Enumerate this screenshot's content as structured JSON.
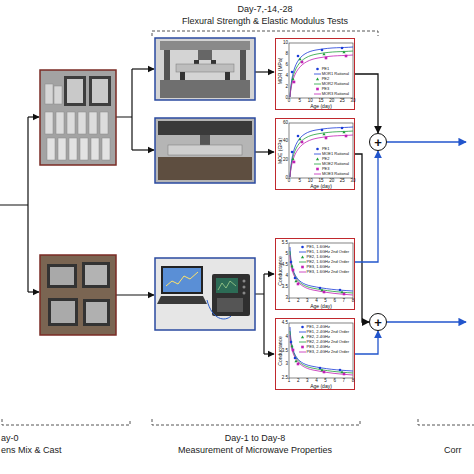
{
  "diagram": {
    "nodes": [
      {
        "text": [
          "MOR (MPa)",
          "Age (day)",
          "0",
          "2",
          "4",
          "6",
          "8",
          "10",
          "0",
          "5",
          "10",
          "15",
          "20",
          "25",
          "30",
          "PE1",
          "MOR1 Rational",
          "PE2",
          "MOR2 Rational",
          "PE3",
          "MOR3 Rational"
        ]
      },
      {
        "text": [
          "MOE (GPa)",
          "Age (day)",
          "0",
          "20",
          "40",
          "60",
          "0",
          "5",
          "10",
          "15",
          "20",
          "25",
          "30",
          "PE1",
          "MOE1 Rational",
          "PE2",
          "MOE2 Rational",
          "PE3",
          "MOE3 Rational"
        ]
      },
      {
        "text": [
          "Conductance",
          "Age (day)",
          "3",
          "3.5",
          "4",
          "4.5",
          "5",
          "5.5",
          "1",
          "2",
          "3",
          "4",
          "5",
          "6",
          "7",
          "8",
          "PE1, 1.6GHz",
          "PE1, 1.6GHz 2nd Order",
          "PE2, 1.6GHz",
          "PE2, 1.6GHz 2nd Order",
          "PE3, 1.6GHz",
          "PE3, 1.6GHz 2nd Order"
        ]
      },
      {
        "text": [
          "Conductance",
          "Age (day)",
          "2.5",
          "3",
          "3.5",
          "4",
          "4.5",
          "1",
          "2",
          "3",
          "4",
          "5",
          "6",
          "7",
          "8",
          "PE1, 2.4GHz",
          "PE1, 2.4GHz 2nd Order",
          "PE2, 2.4GHz",
          "PE2, 2.4GHz 2nd Order",
          "PE3, 2.4GHz",
          "PE3, 2.4GHz 2nd Order"
        ]
      },
      {
        "text": [
          "+"
        ]
      },
      {
        "text": [
          "+"
        ]
      }
    ],
    "edges": [
      {
        "from": 0,
        "to": 4,
        "arrow": "to"
      },
      {
        "from": 1,
        "to": 5,
        "arrow": "to"
      },
      {
        "from": 2,
        "to": 4,
        "arrow": "to"
      },
      {
        "from": 3,
        "to": 5,
        "arrow": "to"
      }
    ],
    "labels": [
      "Day-7,-14,-28",
      "Flexural Strength & Elastic Modulus Tests",
      "ay-0",
      "ens Mix & Cast",
      "Day-1 to Day-8",
      "Measurement of Microwave Properties",
      "Corr"
    ]
  }
}
